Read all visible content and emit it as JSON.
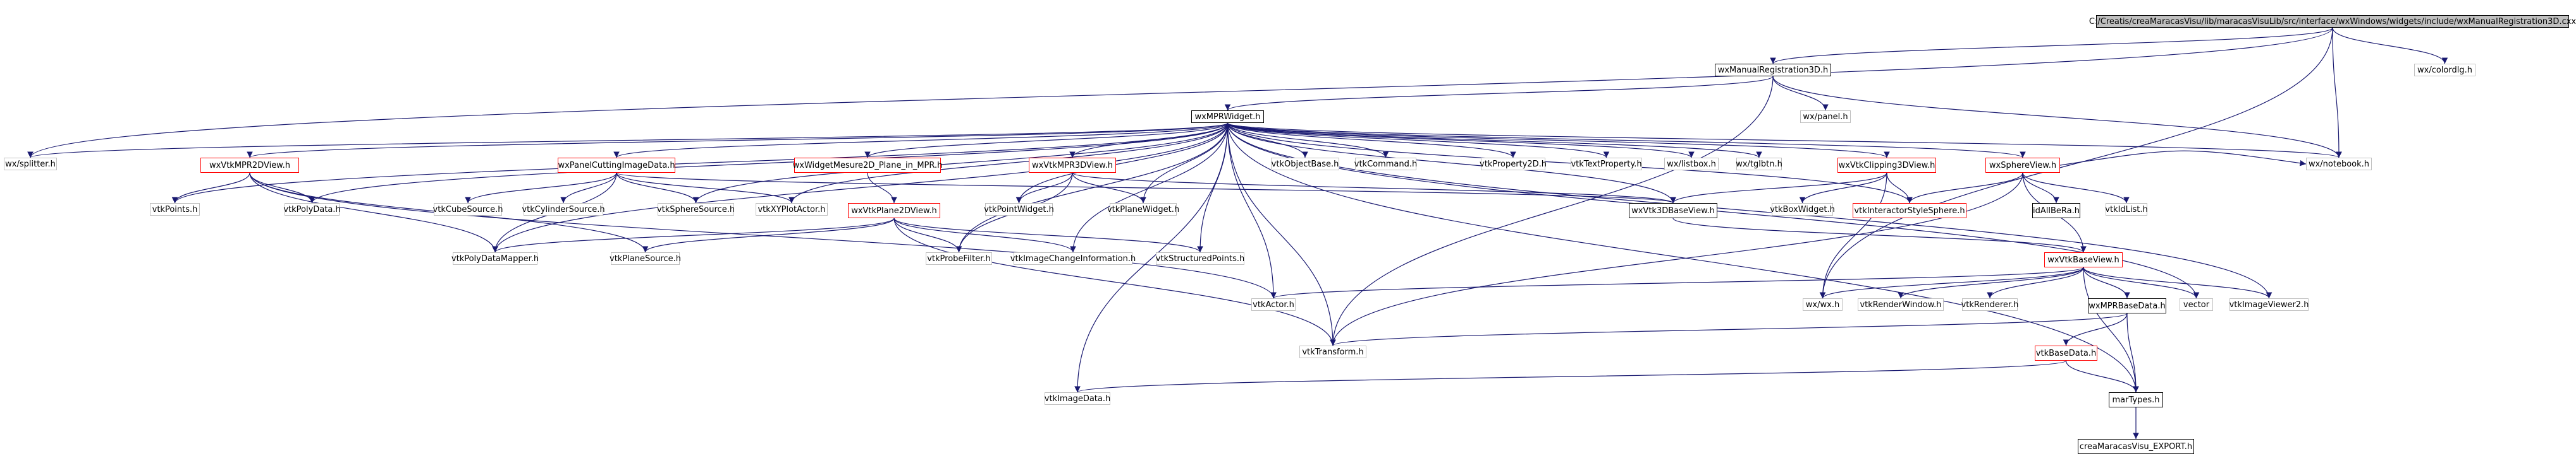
{
  "diagram": {
    "title": "",
    "edge_color": "#191970",
    "node_styles": {
      "root": {
        "fill": "#bfbfbf",
        "stroke": "#000000"
      },
      "normal": {
        "fill": "#ffffff",
        "stroke": "#000000"
      },
      "red": {
        "fill": "#ffffff",
        "stroke": "#ff0000"
      },
      "plain": {
        "fill": "#ffffff",
        "stroke": "#bfbfbf"
      }
    },
    "nodes": [
      {
        "id": "root",
        "label": "C:/Creatis/creaMaracasVisu/lib/maracasVisuLib/src/interface/wxWindows/widgets/include/wxManualRegistration3D.cxx",
        "style": "root"
      },
      {
        "id": "wxManualRegistration3D_h",
        "label": "wxManualRegistration3D.h",
        "style": "normal"
      },
      {
        "id": "wx_colordlg",
        "label": "wx/colordlg.h",
        "style": "plain"
      },
      {
        "id": "wx_panel",
        "label": "wx/panel.h",
        "style": "plain"
      },
      {
        "id": "wxMPRWidget_h",
        "label": "wxMPRWidget.h",
        "style": "normal"
      },
      {
        "id": "wx_splitter",
        "label": "wx/splitter.h",
        "style": "plain"
      },
      {
        "id": "wx_notebook",
        "label": "wx/notebook.h",
        "style": "plain"
      },
      {
        "id": "wxVtkMPR2DView",
        "label": "wxVtkMPR2DView.h",
        "style": "red"
      },
      {
        "id": "wxPanelCuttingImageData",
        "label": "wxPanelCuttingImageData.h",
        "style": "red"
      },
      {
        "id": "wxWidgetMesure2D",
        "label": "wxWidgetMesure2D_Plane_in_MPR.h",
        "style": "red"
      },
      {
        "id": "wxVtkMPR3DView",
        "label": "wxVtkMPR3DView.h",
        "style": "red"
      },
      {
        "id": "vtkObjectBase",
        "label": "vtkObjectBase.h",
        "style": "plain"
      },
      {
        "id": "vtkCommand",
        "label": "vtkCommand.h",
        "style": "plain"
      },
      {
        "id": "vtkProperty2D",
        "label": "vtkProperty2D.h",
        "style": "plain"
      },
      {
        "id": "vtkTextProperty",
        "label": "vtkTextProperty.h",
        "style": "plain"
      },
      {
        "id": "wx_listbox",
        "label": "wx/listbox.h",
        "style": "plain"
      },
      {
        "id": "wx_tglbtn",
        "label": "wx/tglbtn.h",
        "style": "plain"
      },
      {
        "id": "wxVtkClipping3DView",
        "label": "wxVtkClipping3DView.h",
        "style": "red"
      },
      {
        "id": "wxSphereView",
        "label": "wxSphereView.h",
        "style": "red"
      },
      {
        "id": "vtkPoints",
        "label": "vtkPoints.h",
        "style": "plain"
      },
      {
        "id": "vtkPolyData",
        "label": "vtkPolyData.h",
        "style": "plain"
      },
      {
        "id": "vtkCubeSource",
        "label": "vtkCubeSource.h",
        "style": "plain"
      },
      {
        "id": "vtkCylinderSource",
        "label": "vtkCylinderSource.h",
        "style": "plain"
      },
      {
        "id": "vtkSphereSource",
        "label": "vtkSphereSource.h",
        "style": "plain"
      },
      {
        "id": "vtkXYPlotActor",
        "label": "vtkXYPlotActor.h",
        "style": "plain"
      },
      {
        "id": "wxVtkPlane2DView",
        "label": "wxVtkPlane2DView.h",
        "style": "red"
      },
      {
        "id": "vtkPointWidget",
        "label": "vtkPointWidget.h",
        "style": "plain"
      },
      {
        "id": "vtkPlaneWidget",
        "label": "vtkPlaneWidget.h",
        "style": "plain"
      },
      {
        "id": "wxVtk3DBaseView",
        "label": "wxVtk3DBaseView.h",
        "style": "normal"
      },
      {
        "id": "vtkBoxWidget",
        "label": "vtkBoxWidget.h",
        "style": "plain"
      },
      {
        "id": "vtkInteractorStyleSphere",
        "label": "vtkInteractorStyleSphere.h",
        "style": "red"
      },
      {
        "id": "idAllBeRa",
        "label": "idAllBeRa.h",
        "style": "normal"
      },
      {
        "id": "vtkIdList",
        "label": "vtkIdList.h",
        "style": "plain"
      },
      {
        "id": "vtkPolyDataMapper",
        "label": "vtkPolyDataMapper.h",
        "style": "plain"
      },
      {
        "id": "vtkPlaneSource",
        "label": "vtkPlaneSource.h",
        "style": "plain"
      },
      {
        "id": "vtkProbeFilter",
        "label": "vtkProbeFilter.h",
        "style": "plain"
      },
      {
        "id": "vtkImageChangeInformation",
        "label": "vtkImageChangeInformation.h",
        "style": "plain"
      },
      {
        "id": "vtkStructuredPoints",
        "label": "vtkStructuredPoints.h",
        "style": "plain"
      },
      {
        "id": "wxVtkBaseView",
        "label": "wxVtkBaseView.h",
        "style": "red"
      },
      {
        "id": "vtkActor",
        "label": "vtkActor.h",
        "style": "plain"
      },
      {
        "id": "wx_wx",
        "label": "wx/wx.h",
        "style": "plain"
      },
      {
        "id": "vtkRenderWindow",
        "label": "vtkRenderWindow.h",
        "style": "plain"
      },
      {
        "id": "vtkRenderer",
        "label": "vtkRenderer.h",
        "style": "plain"
      },
      {
        "id": "wxMPRBaseData",
        "label": "wxMPRBaseData.h",
        "style": "normal"
      },
      {
        "id": "vector",
        "label": "vector",
        "style": "plain"
      },
      {
        "id": "vtkImageViewer2",
        "label": "vtkImageViewer2.h",
        "style": "plain"
      },
      {
        "id": "vtkTransform",
        "label": "vtkTransform.h",
        "style": "plain"
      },
      {
        "id": "vtkBaseData",
        "label": "vtkBaseData.h",
        "style": "red"
      },
      {
        "id": "vtkImageData",
        "label": "vtkImageData.h",
        "style": "plain"
      },
      {
        "id": "marTypes",
        "label": "marTypes.h",
        "style": "normal"
      },
      {
        "id": "creaMaracasVisu_EXPORT",
        "label": "creaMaracasVisu_EXPORT.h",
        "style": "normal"
      }
    ],
    "edges": [
      [
        "root",
        "wxManualRegistration3D_h"
      ],
      [
        "root",
        "wx_colordlg"
      ],
      [
        "root",
        "wx_splitter"
      ],
      [
        "root",
        "wx_notebook"
      ],
      [
        "root",
        "wx_wx"
      ],
      [
        "wxManualRegistration3D_h",
        "wx_panel"
      ],
      [
        "wxManualRegistration3D_h",
        "wxMPRWidget_h"
      ],
      [
        "wxManualRegistration3D_h",
        "wx_notebook"
      ],
      [
        "wxManualRegistration3D_h",
        "vtkTransform"
      ],
      [
        "wxMPRWidget_h",
        "wx_splitter"
      ],
      [
        "wxMPRWidget_h",
        "wx_notebook"
      ],
      [
        "wxMPRWidget_h",
        "wxVtkMPR2DView"
      ],
      [
        "wxMPRWidget_h",
        "wxPanelCuttingImageData"
      ],
      [
        "wxMPRWidget_h",
        "wxWidgetMesure2D"
      ],
      [
        "wxMPRWidget_h",
        "wxVtkMPR3DView"
      ],
      [
        "wxMPRWidget_h",
        "vtkObjectBase"
      ],
      [
        "wxMPRWidget_h",
        "vtkCommand"
      ],
      [
        "wxMPRWidget_h",
        "vtkProperty2D"
      ],
      [
        "wxMPRWidget_h",
        "vtkTextProperty"
      ],
      [
        "wxMPRWidget_h",
        "wx_listbox"
      ],
      [
        "wxMPRWidget_h",
        "wx_tglbtn"
      ],
      [
        "wxMPRWidget_h",
        "wxVtkClipping3DView"
      ],
      [
        "wxMPRWidget_h",
        "wxSphereView"
      ],
      [
        "wxMPRWidget_h",
        "vtkPoints"
      ],
      [
        "wxMPRWidget_h",
        "vtkPolyData"
      ],
      [
        "wxMPRWidget_h",
        "vtkSphereSource"
      ],
      [
        "wxMPRWidget_h",
        "vtkXYPlotActor"
      ],
      [
        "wxMPRWidget_h",
        "vtkPointWidget"
      ],
      [
        "wxMPRWidget_h",
        "vtkPlaneWidget"
      ],
      [
        "wxMPRWidget_h",
        "vtkPolyDataMapper"
      ],
      [
        "wxMPRWidget_h",
        "vtkProbeFilter"
      ],
      [
        "wxMPRWidget_h",
        "vtkImageChangeInformation"
      ],
      [
        "wxMPRWidget_h",
        "vtkActor"
      ],
      [
        "wxMPRWidget_h",
        "vtkInteractorStyleSphere"
      ],
      [
        "wxMPRWidget_h",
        "wxVtk3DBaseView"
      ],
      [
        "wxMPRWidget_h",
        "vtkStructuredPoints"
      ],
      [
        "wxMPRWidget_h",
        "vtkTransform"
      ],
      [
        "wxMPRWidget_h",
        "vtkImageViewer2"
      ],
      [
        "wxMPRWidget_h",
        "vector"
      ],
      [
        "wxMPRWidget_h",
        "marTypes"
      ],
      [
        "wxMPRWidget_h",
        "vtkImageData"
      ],
      [
        "wxVtkMPR2DView",
        "vtkPoints"
      ],
      [
        "wxVtkMPR2DView",
        "vtkPolyData"
      ],
      [
        "wxVtkMPR2DView",
        "vtkPolyDataMapper"
      ],
      [
        "wxVtkMPR2DView",
        "vtkPlaneSource"
      ],
      [
        "wxVtkMPR2DView",
        "vtkActor"
      ],
      [
        "wxPanelCuttingImageData",
        "vtkCubeSource"
      ],
      [
        "wxPanelCuttingImageData",
        "vtkCylinderSource"
      ],
      [
        "wxPanelCuttingImageData",
        "vtkSphereSource"
      ],
      [
        "wxPanelCuttingImageData",
        "vtkXYPlotActor"
      ],
      [
        "wxPanelCuttingImageData",
        "vtkPolyDataMapper"
      ],
      [
        "wxPanelCuttingImageData",
        "wxVtk3DBaseView"
      ],
      [
        "wxWidgetMesure2D",
        "wxVtkPlane2DView"
      ],
      [
        "wxVtkPlane2DView",
        "vtkPolyDataMapper"
      ],
      [
        "wxVtkPlane2DView",
        "vtkPlaneSource"
      ],
      [
        "wxVtkPlane2DView",
        "vtkProbeFilter"
      ],
      [
        "wxVtkPlane2DView",
        "vtkImageChangeInformation"
      ],
      [
        "wxVtkPlane2DView",
        "vtkStructuredPoints"
      ],
      [
        "wxVtkPlane2DView",
        "vtkTransform"
      ],
      [
        "wxVtkMPR3DView",
        "vtkPointWidget"
      ],
      [
        "wxVtkMPR3DView",
        "vtkPlaneWidget"
      ],
      [
        "wxVtkMPR3DView",
        "vtkProbeFilter"
      ],
      [
        "wxVtkMPR3DView",
        "wxVtk3DBaseView"
      ],
      [
        "wxVtkClipping3DView",
        "wxVtk3DBaseView"
      ],
      [
        "wxVtkClipping3DView",
        "vtkBoxWidget"
      ],
      [
        "wxVtkClipping3DView",
        "vtkInteractorStyleSphere"
      ],
      [
        "wxVtkClipping3DView",
        "wx_wx"
      ],
      [
        "wxSphereView",
        "idAllBeRa"
      ],
      [
        "wxSphereView",
        "vtkIdList"
      ],
      [
        "wxSphereView",
        "vtkInteractorStyleSphere"
      ],
      [
        "wxSphereView",
        "wxVtkBaseView"
      ],
      [
        "wxSphereView",
        "vtkTransform"
      ],
      [
        "wxSphereView",
        "wx_notebook"
      ],
      [
        "wxVtk3DBaseView",
        "wxVtkBaseView"
      ],
      [
        "wxVtkBaseView",
        "vtkActor"
      ],
      [
        "wxVtkBaseView",
        "wx_wx"
      ],
      [
        "wxVtkBaseView",
        "vtkRenderWindow"
      ],
      [
        "wxVtkBaseView",
        "vtkRenderer"
      ],
      [
        "wxVtkBaseView",
        "wxMPRBaseData"
      ],
      [
        "wxVtkBaseView",
        "vector"
      ],
      [
        "wxVtkBaseView",
        "vtkImageViewer2"
      ],
      [
        "wxVtkBaseView",
        "marTypes"
      ],
      [
        "wxMPRBaseData",
        "vtkTransform"
      ],
      [
        "wxMPRBaseData",
        "vtkBaseData"
      ],
      [
        "wxMPRBaseData",
        "marTypes"
      ],
      [
        "vtkBaseData",
        "vtkImageData"
      ],
      [
        "vtkBaseData",
        "marTypes"
      ],
      [
        "marTypes",
        "creaMaracasVisu_EXPORT"
      ]
    ]
  }
}
